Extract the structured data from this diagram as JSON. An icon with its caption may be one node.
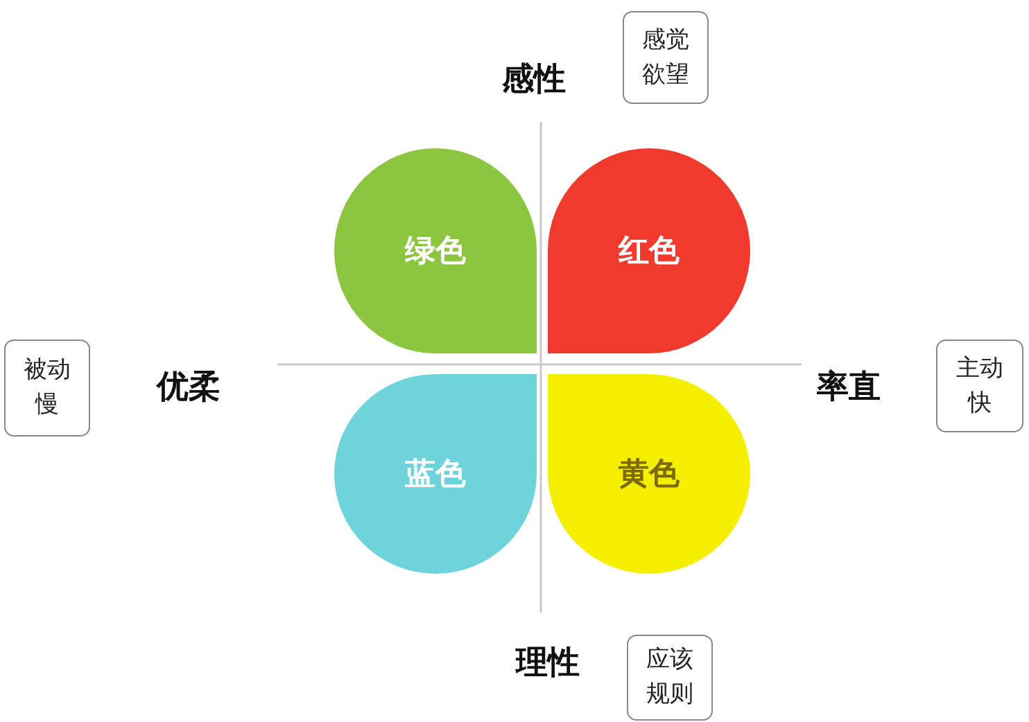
{
  "diagram": {
    "nodes": [
      {
        "text": [
          "感觉欲望"
        ]
      },
      {
        "text": [
          "绿色"
        ]
      },
      {
        "text": [
          "红色"
        ]
      },
      {
        "text": [
          "被动慢"
        ]
      },
      {
        "text": [
          "主动快"
        ]
      },
      {
        "text": [
          "蓝色"
        ]
      },
      {
        "text": [
          "黄色"
        ]
      },
      {
        "text": [
          "应该规则"
        ]
      }
    ],
    "labels": [
      "感性",
      "优柔",
      "率直",
      "理性"
    ]
  }
}
